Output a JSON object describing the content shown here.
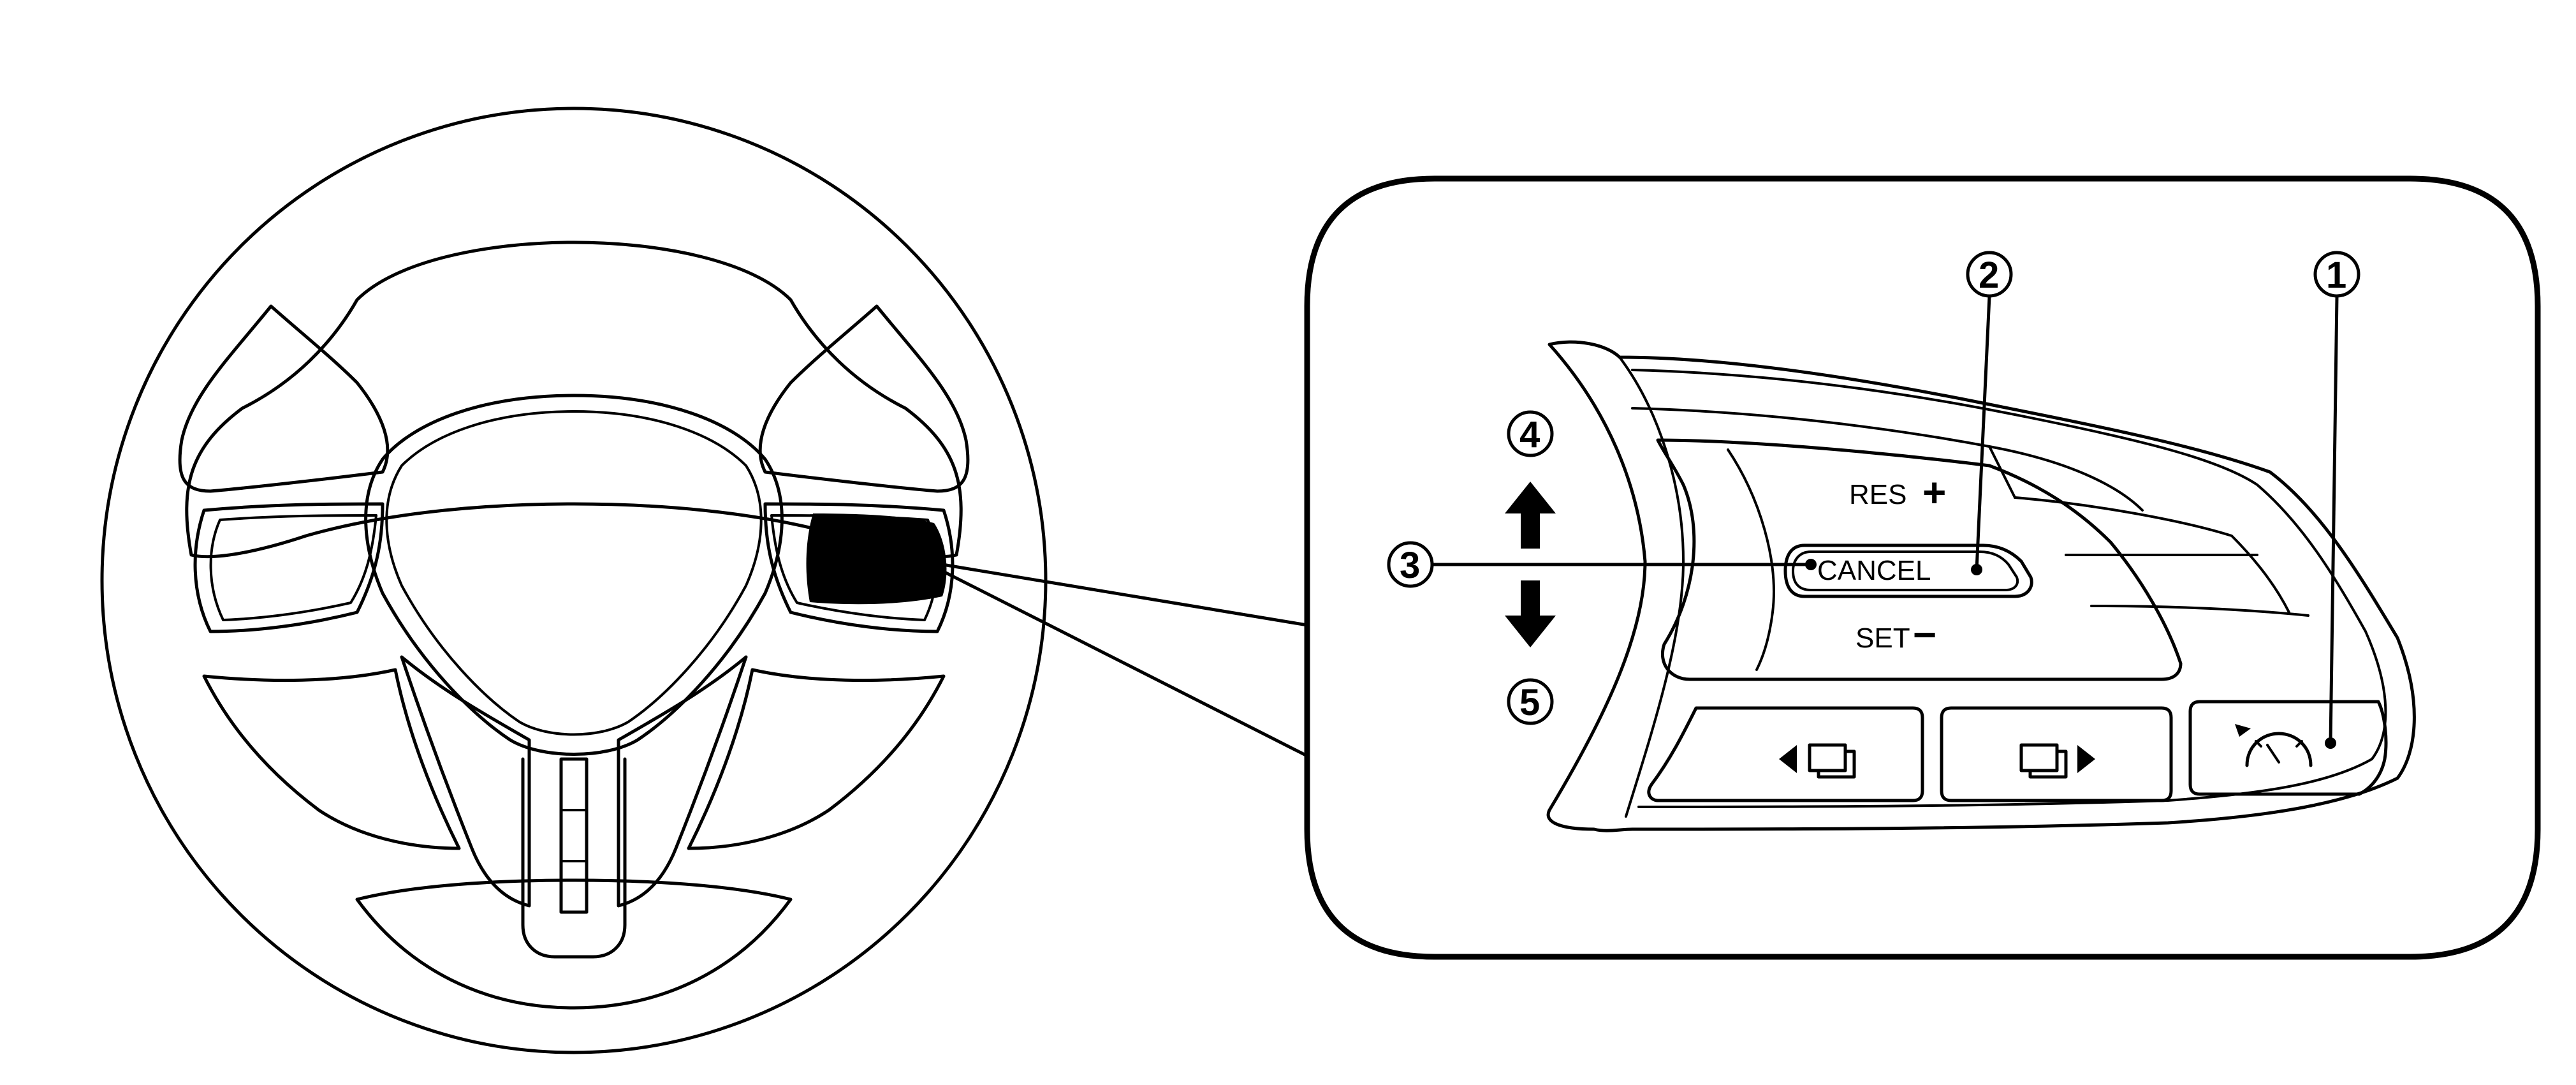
{
  "controls": {
    "res": "RES",
    "res_symbol": "+",
    "cancel": "CANCEL",
    "set": "SET",
    "set_symbol": "−"
  },
  "callouts": {
    "c1": "1",
    "c2": "2",
    "c3": "3",
    "c4": "4",
    "c5": "5"
  },
  "icons": {
    "c1_target": "cruise-speedometer-icon",
    "c4_arrow": "arrow-up-icon",
    "c5_arrow": "arrow-down-icon",
    "prev_display": "display-previous-icon",
    "next_display": "display-next-icon"
  }
}
